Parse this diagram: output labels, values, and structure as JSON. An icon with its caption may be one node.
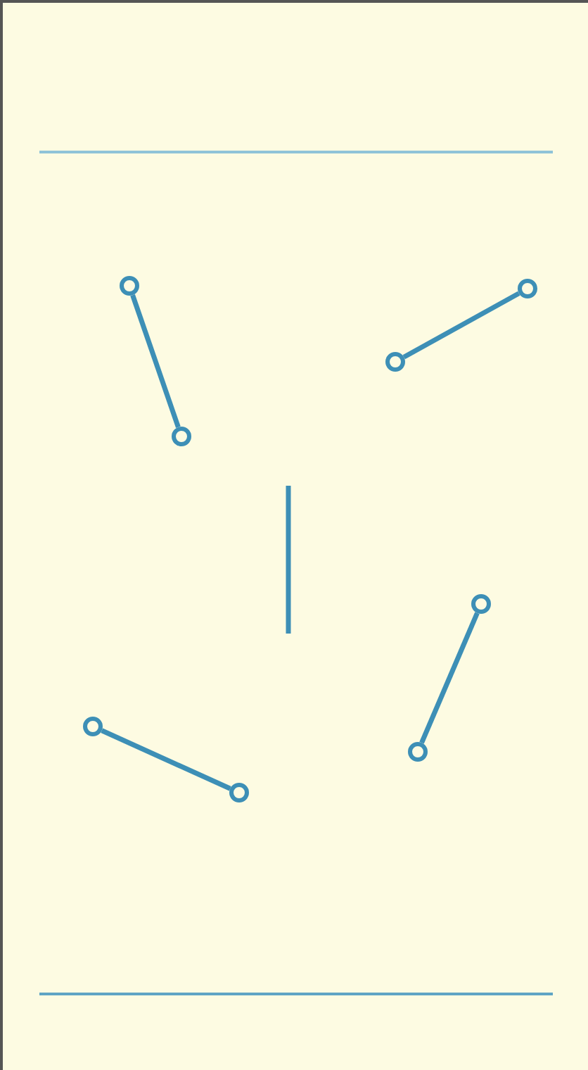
{
  "diagram": {
    "nodes": [
      {
        "text": [],
        "shape": "circle"
      },
      {
        "text": [],
        "shape": "circle"
      },
      {
        "text": [],
        "shape": "circle"
      },
      {
        "text": [],
        "shape": "circle"
      },
      {
        "text": [],
        "shape": "circle"
      },
      {
        "text": [],
        "shape": "circle"
      },
      {
        "text": [],
        "shape": "circle"
      },
      {
        "text": [],
        "shape": "circle"
      }
    ],
    "edges": [
      {
        "from": 0,
        "to": 3,
        "arrow": "none"
      },
      {
        "from": 2,
        "to": 1,
        "arrow": "none"
      },
      {
        "from": 4,
        "to": 6,
        "arrow": "none"
      },
      {
        "from": 5,
        "to": 7,
        "arrow": "none"
      }
    ]
  }
}
